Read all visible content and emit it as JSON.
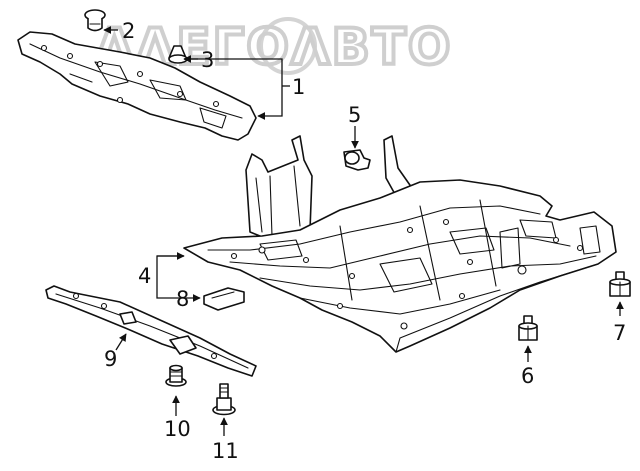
{
  "watermark": "ΛΛΕΓΟΛΒΤΟ",
  "callouts": {
    "c1": "1",
    "c2": "2",
    "c3": "3",
    "c4": "4",
    "c5": "5",
    "c6": "6",
    "c7": "7",
    "c8": "8",
    "c9": "9",
    "c10": "10",
    "c11": "11"
  }
}
